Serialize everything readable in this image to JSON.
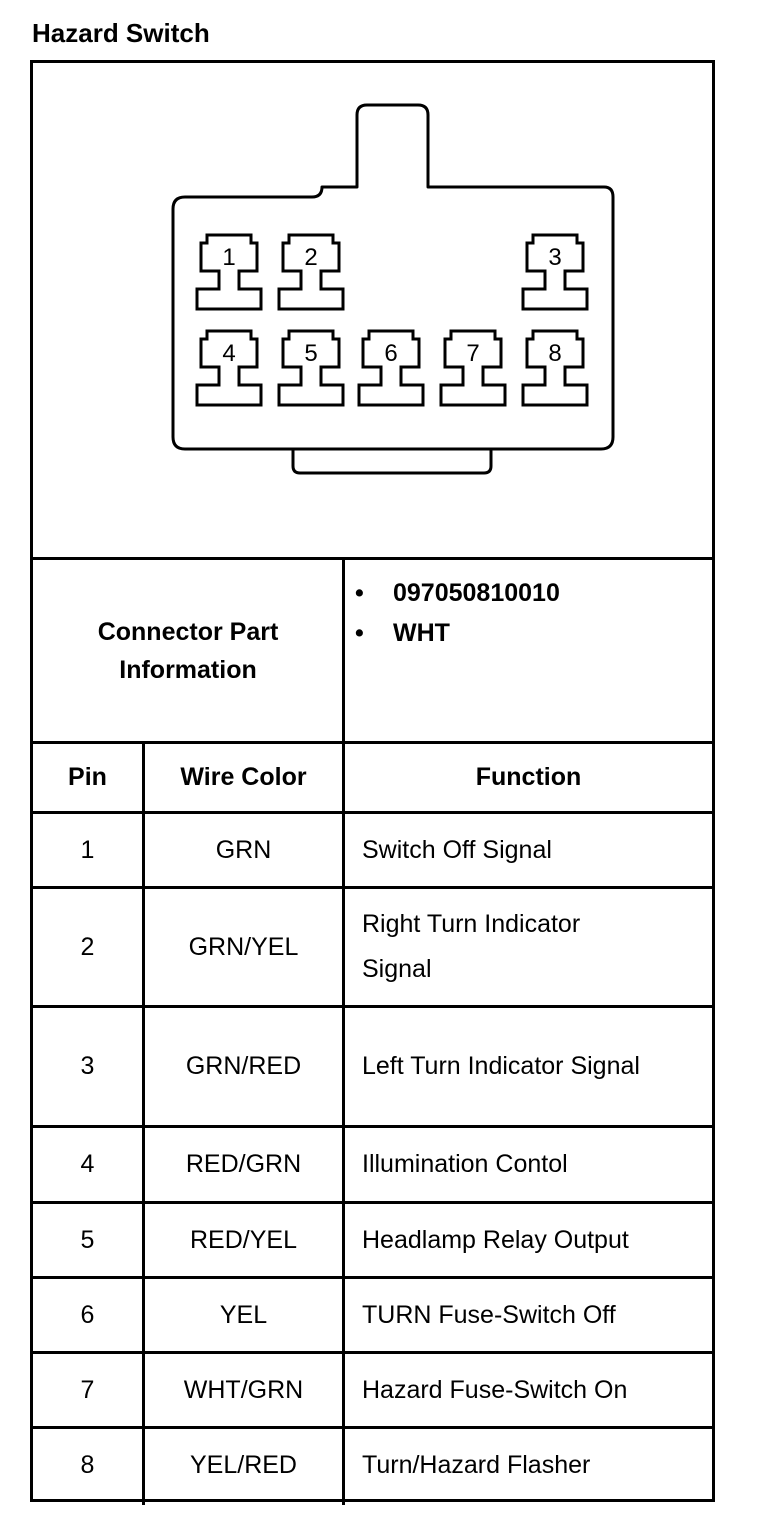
{
  "title": "Hazard Switch",
  "connector": {
    "pins_top": [
      "1",
      "2",
      "3"
    ],
    "pins_bottom": [
      "4",
      "5",
      "6",
      "7",
      "8"
    ]
  },
  "connector_info": {
    "label_line1": "Connector Part",
    "label_line2": "Information",
    "bullet": "•",
    "items": [
      "097050810010",
      "WHT"
    ]
  },
  "table": {
    "headers": [
      "Pin",
      "Wire Color",
      "Function"
    ],
    "rows": [
      {
        "pin": "1",
        "color": "GRN",
        "function": "Switch Off Signal"
      },
      {
        "pin": "2",
        "color": "GRN/YEL",
        "function": "Right Turn Indicator Signal"
      },
      {
        "pin": "3",
        "color": "GRN/RED",
        "function": "Left Turn Indicator Signal"
      },
      {
        "pin": "4",
        "color": "RED/GRN",
        "function": "Illumination Contol"
      },
      {
        "pin": "5",
        "color": "RED/YEL",
        "function": "Headlamp Relay Output"
      },
      {
        "pin": "6",
        "color": "YEL",
        "function": "TURN Fuse-Switch Off"
      },
      {
        "pin": "7",
        "color": "WHT/GRN",
        "function": "Hazard Fuse-Switch On"
      },
      {
        "pin": "8",
        "color": "YEL/RED",
        "function": "Turn/Hazard Flasher"
      }
    ]
  }
}
